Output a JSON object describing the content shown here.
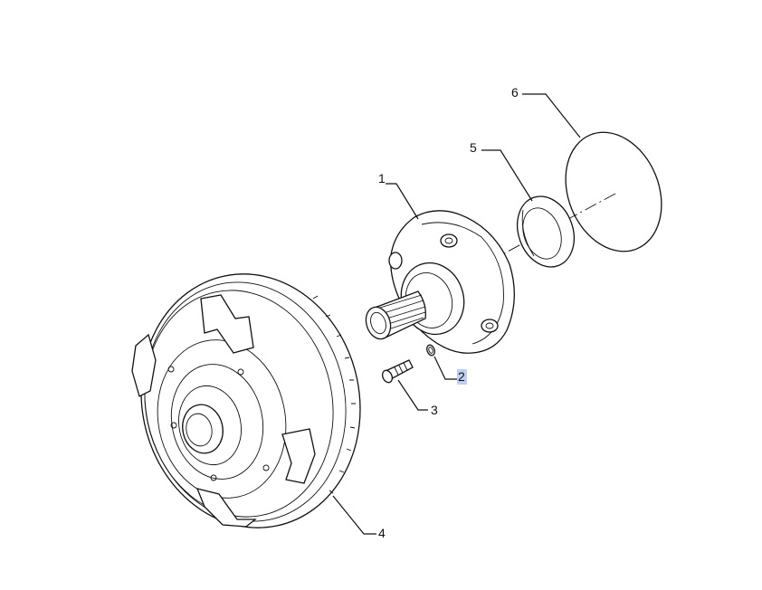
{
  "diagram": {
    "callouts": [
      {
        "number": "1"
      },
      {
        "number": "2",
        "highlighted": true
      },
      {
        "number": "3"
      },
      {
        "number": "4"
      },
      {
        "number": "5"
      },
      {
        "number": "6"
      }
    ],
    "colors": {
      "line": "#111111",
      "highlight": "#bcd0f2",
      "background": "#ffffff"
    }
  }
}
